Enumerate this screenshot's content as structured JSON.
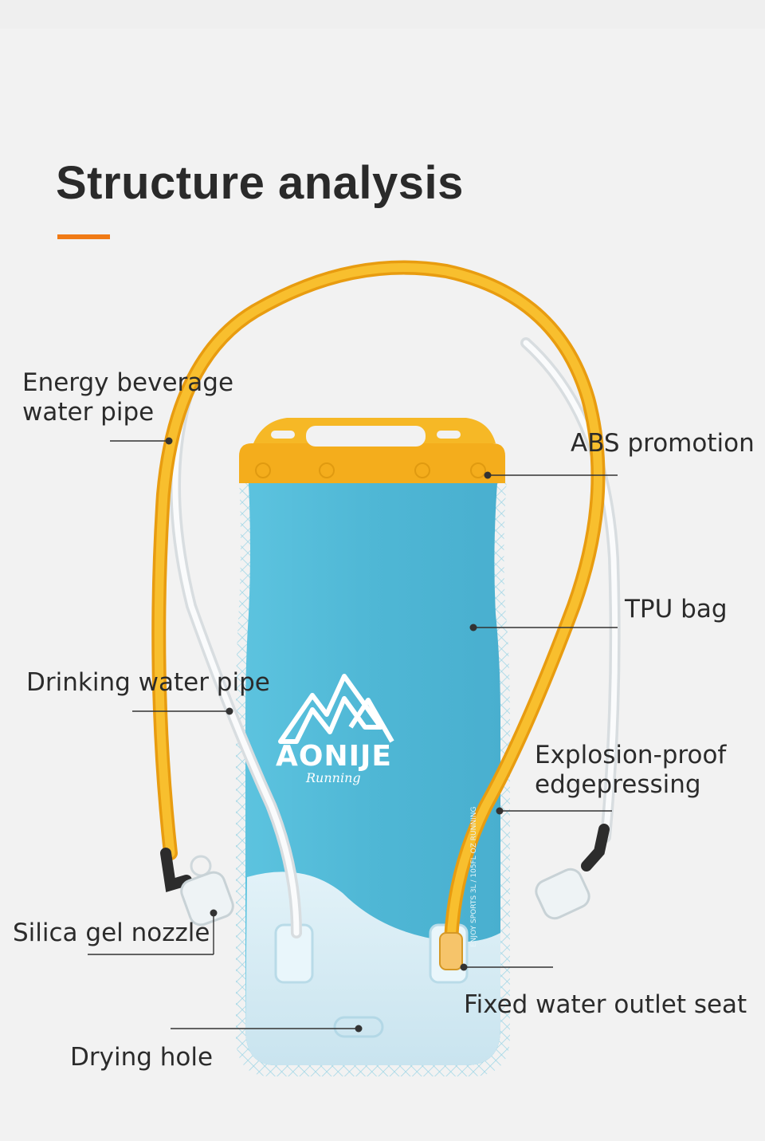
{
  "header": {
    "title": "Structure analysis",
    "accent_color": "#f07a15"
  },
  "product": {
    "brand": "AONIJE",
    "brand_tagline": "Running",
    "side_print": "ENJOY SPORTS  3L / 105FL OZ  RUNNING",
    "bag_color": "#4fb8d6",
    "tube_color": "#f6b21e",
    "cap_color": "#f4ad1c"
  },
  "callouts": {
    "energy_pipe": [
      "Energy beverage",
      "water pipe"
    ],
    "abs": "ABS promotion",
    "tpu": "TPU bag",
    "drinking_pipe": "Drinking water pipe",
    "explosion": [
      "Explosion-proof",
      "edgepressing"
    ],
    "nozzle": "Silica gel nozzle",
    "outlet": "Fixed water outlet seat",
    "drying": "Drying hole"
  }
}
